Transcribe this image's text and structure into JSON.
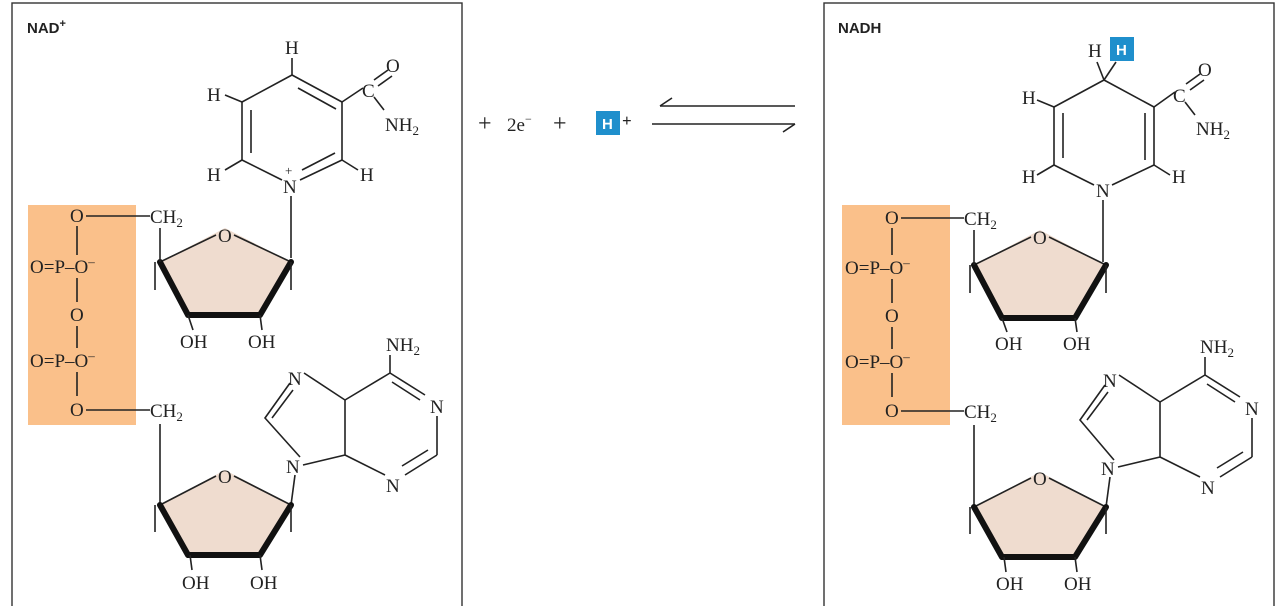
{
  "colors": {
    "phosphate_highlight": "#fac08a",
    "hydrogen_highlight": "#1f8fcc",
    "ribose_fill": "#efdccf"
  },
  "left_panel": {
    "title": "NAD",
    "title_sup": "+"
  },
  "right_panel": {
    "title": "NADH"
  },
  "reaction": {
    "plus1": "+",
    "electrons": "2e",
    "electrons_sup": "−",
    "plus2": "+",
    "proton_label": "H",
    "proton_charge": "+"
  },
  "atoms": {
    "H": "H",
    "C": "C",
    "O": "O",
    "N": "N",
    "NH": "NH",
    "sub2": "2",
    "OH": "OH",
    "CH": "CH",
    "P": "P",
    "dbl_O": "O=",
    "O_minus": "O",
    "minus_sup": "–",
    "plus_sup": "+",
    "dash": "–"
  },
  "nadh_hydride_label": "H"
}
